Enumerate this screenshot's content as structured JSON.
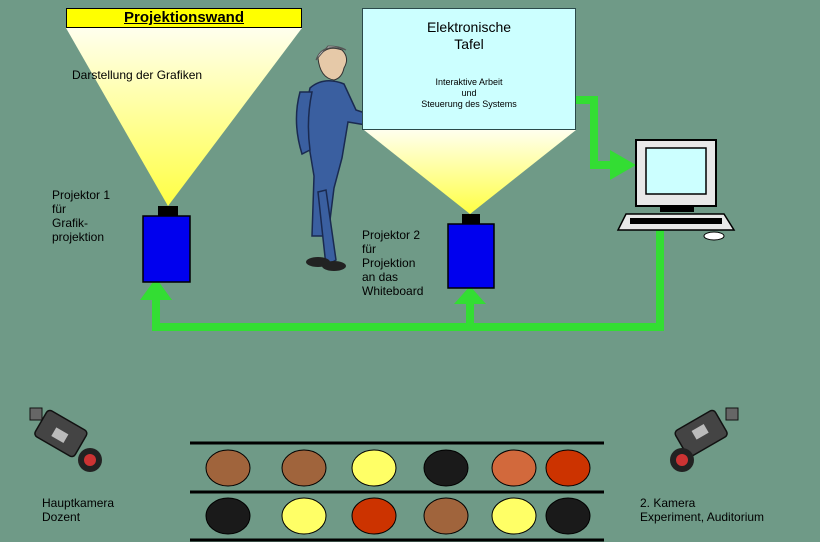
{
  "projection_wall": {
    "title": "Projektionswand",
    "caption": "Darstellung der Grafiken"
  },
  "electronic_board": {
    "title": "Elektronische\nTafel",
    "description": "Interaktive Arbeit\nund\nSteuerung des Systems"
  },
  "projector_1": {
    "label": "Projektor 1\nfür\nGrafik-\nprojektion",
    "color": "#0000ee"
  },
  "projector_2": {
    "label": "Projektor 2\nfür\nProjektion\nan das\nWhiteboard",
    "color": "#0000ee"
  },
  "cameras": {
    "main": "Hauptkamera\nDozent",
    "second": "2. Kamera\nExperiment, Auditorium"
  },
  "audience": {
    "rows": [
      [
        "#a0643c",
        "#a0643c",
        "#ffff66",
        "#1a1a1a",
        "#d2693c",
        "#cc3300"
      ],
      [
        "#1a1a1a",
        "#ffff66",
        "#cc3300",
        "#a0643c",
        "#ffff66",
        "#1a1a1a"
      ]
    ]
  },
  "colors": {
    "background": "#6f9a87",
    "beam": "#ffff66",
    "connection": "#33dd33",
    "board": "#ccffff",
    "title_bar": "#ffff00"
  }
}
